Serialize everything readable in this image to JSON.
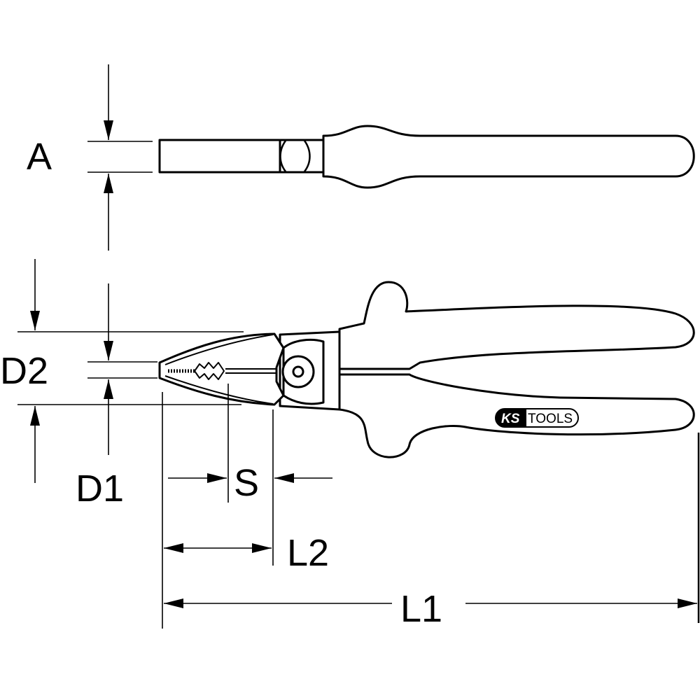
{
  "labels": {
    "A": "A",
    "D2": "D2",
    "D1": "D1",
    "S": "S",
    "L2": "L2",
    "L1": "L1"
  },
  "logo": {
    "text": "KS TOOLS",
    "prefix": "KS",
    "suffix": "TOOLS"
  },
  "colors": {
    "line": "#000000",
    "background": "#ffffff"
  }
}
